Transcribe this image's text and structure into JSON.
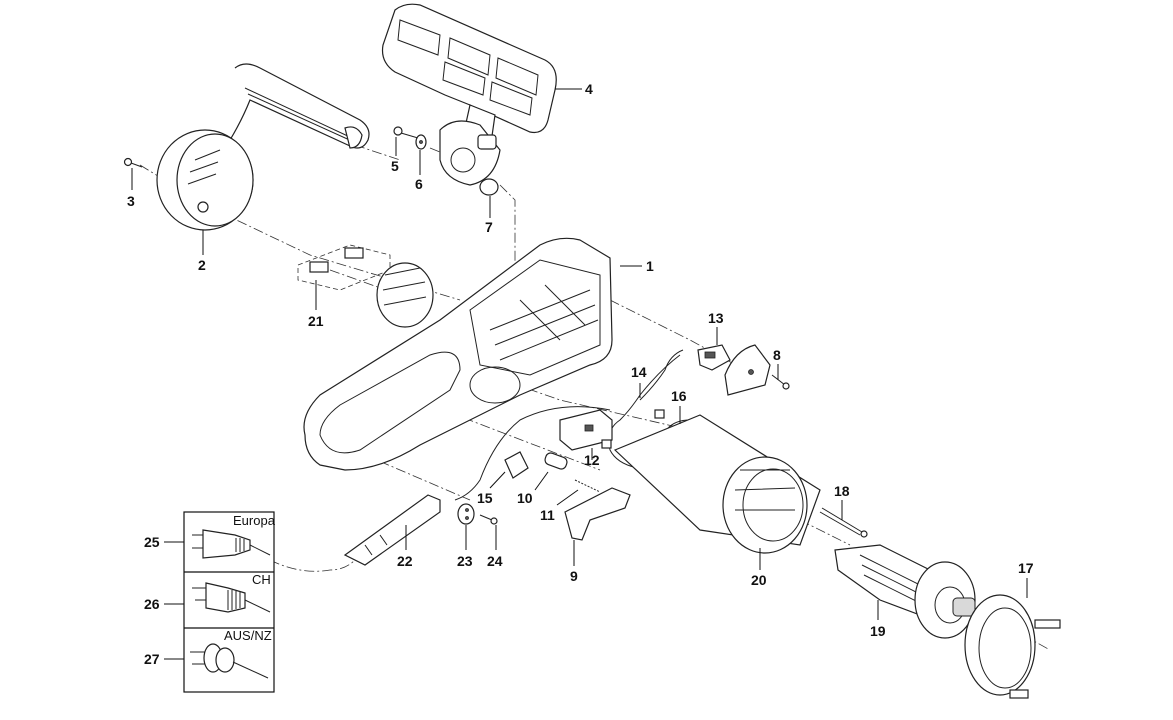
{
  "diagram": {
    "title": "Chainsaw exploded parts diagram",
    "parts": [
      {
        "id": "1",
        "label": "1"
      },
      {
        "id": "2",
        "label": "2"
      },
      {
        "id": "3",
        "label": "3"
      },
      {
        "id": "4",
        "label": "4"
      },
      {
        "id": "5",
        "label": "5"
      },
      {
        "id": "6",
        "label": "6"
      },
      {
        "id": "7",
        "label": "7"
      },
      {
        "id": "8",
        "label": "8"
      },
      {
        "id": "9",
        "label": "9"
      },
      {
        "id": "10",
        "label": "10"
      },
      {
        "id": "11",
        "label": "11"
      },
      {
        "id": "12",
        "label": "12"
      },
      {
        "id": "13",
        "label": "13"
      },
      {
        "id": "14",
        "label": "14"
      },
      {
        "id": "15",
        "label": "15"
      },
      {
        "id": "16",
        "label": "16"
      },
      {
        "id": "17",
        "label": "17"
      },
      {
        "id": "18",
        "label": "18"
      },
      {
        "id": "19",
        "label": "19"
      },
      {
        "id": "20",
        "label": "20"
      },
      {
        "id": "21",
        "label": "21"
      },
      {
        "id": "22",
        "label": "22"
      },
      {
        "id": "23",
        "label": "23"
      },
      {
        "id": "24",
        "label": "24"
      },
      {
        "id": "25",
        "label": "25"
      },
      {
        "id": "26",
        "label": "26"
      },
      {
        "id": "27",
        "label": "27"
      }
    ],
    "plug_variants": [
      {
        "part": "25",
        "region": "Europa"
      },
      {
        "part": "26",
        "region": "CH"
      },
      {
        "part": "27",
        "region": "AUS/NZ"
      }
    ]
  }
}
